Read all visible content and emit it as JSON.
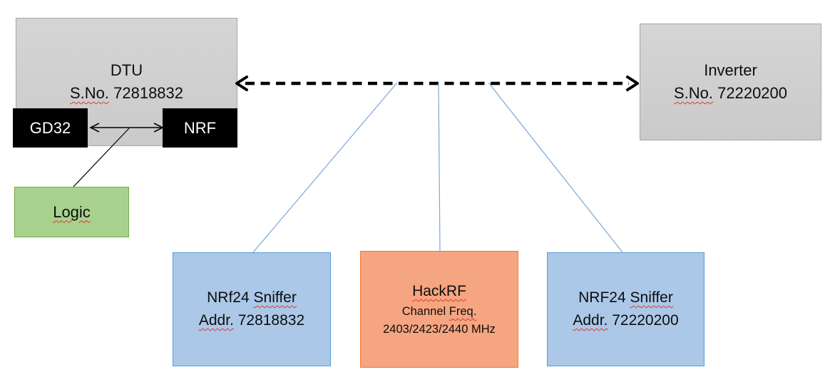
{
  "colors": {
    "gray_fill": "#d1d0d0",
    "gray_border": "#a6a6a6",
    "chip_fill": "#000000",
    "chip_text": "#ffffff",
    "green_fill": "#a9d18e",
    "green_border": "#70ad47",
    "blue_fill": "#abc8e8",
    "blue_border": "#5b9bd5",
    "orange_fill": "#f6a581",
    "orange_border": "#ed7d31",
    "connector_blue": "#7ba7d7",
    "arrow_black": "#000000",
    "spellcheck_red": "#d83a31"
  },
  "nodes": {
    "dtu": {
      "title": "DTU",
      "serial_label": "S.No.",
      "serial_number": "72818832"
    },
    "gd32_chip": {
      "label": "GD32"
    },
    "nrf_chip": {
      "label": "NRF"
    },
    "logic": {
      "label": "Logic"
    },
    "inverter": {
      "title": "Inverter",
      "serial_label": "S.No.",
      "serial_number": "72220200"
    },
    "sniffer_dtu": {
      "title_prefix": "NRf24",
      "title_word": "Sniffer",
      "addr_label": "Addr.",
      "addr_number": "72818832"
    },
    "hackrf": {
      "title": "HackRF",
      "channel_prefix": "Channel",
      "channel_word": "Freq.",
      "frequencies": "2403/2423/2440 MHz"
    },
    "sniffer_inverter": {
      "title_prefix": "NRF24",
      "title_word": "Sniffer",
      "addr_label": "Addr.",
      "addr_number": "72220200"
    }
  }
}
